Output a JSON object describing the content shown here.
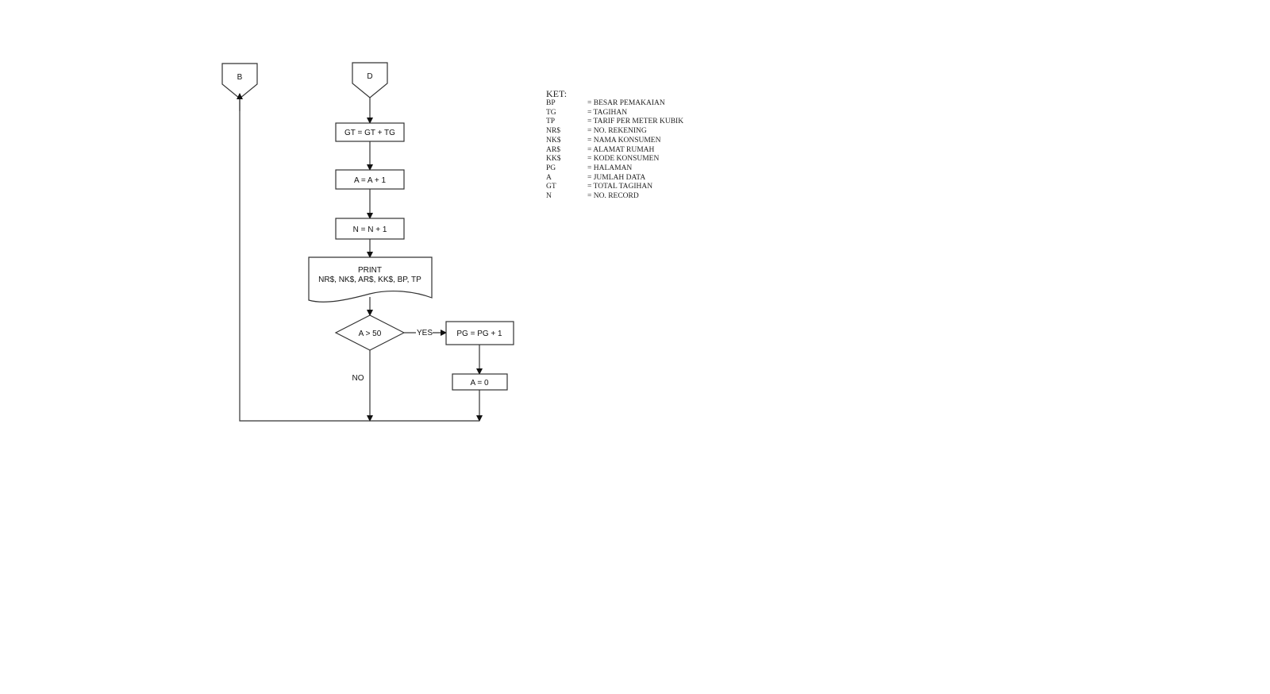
{
  "flowchart": {
    "connectors": {
      "offpage_b": "B",
      "offpage_d": "D"
    },
    "process": {
      "gt_update": "GT = GT + TG",
      "a_increment": "A = A + 1",
      "n_increment": "N = N + 1",
      "pg_increment": "PG = PG + 1",
      "a_reset": "A = 0"
    },
    "print_document": {
      "line1": "PRINT",
      "line2": "NR$, NK$, AR$, KK$, BP, TP"
    },
    "decision": {
      "condition": "A > 50",
      "yes_label": "YES",
      "no_label": "NO"
    }
  },
  "legend": {
    "title": "KET:",
    "items": [
      {
        "key": "BP",
        "value": "= BESAR PEMAKAIAN"
      },
      {
        "key": "TG",
        "value": "= TAGIHAN"
      },
      {
        "key": "TP",
        "value": "= TARIF PER METER KUBIK"
      },
      {
        "key": "NR$",
        "value": "= NO. REKENING"
      },
      {
        "key": "NK$",
        "value": "= NAMA KONSUMEN"
      },
      {
        "key": "AR$",
        "value": "= ALAMAT RUMAH"
      },
      {
        "key": "KK$",
        "value": "= KODE KONSUMEN"
      },
      {
        "key": "PG",
        "value": "= HALAMAN"
      },
      {
        "key": "A",
        "value": "= JUMLAH DATA"
      },
      {
        "key": "GT",
        "value": "= TOTAL TAGIHAN"
      },
      {
        "key": "N",
        "value": "= NO. RECORD"
      }
    ]
  }
}
